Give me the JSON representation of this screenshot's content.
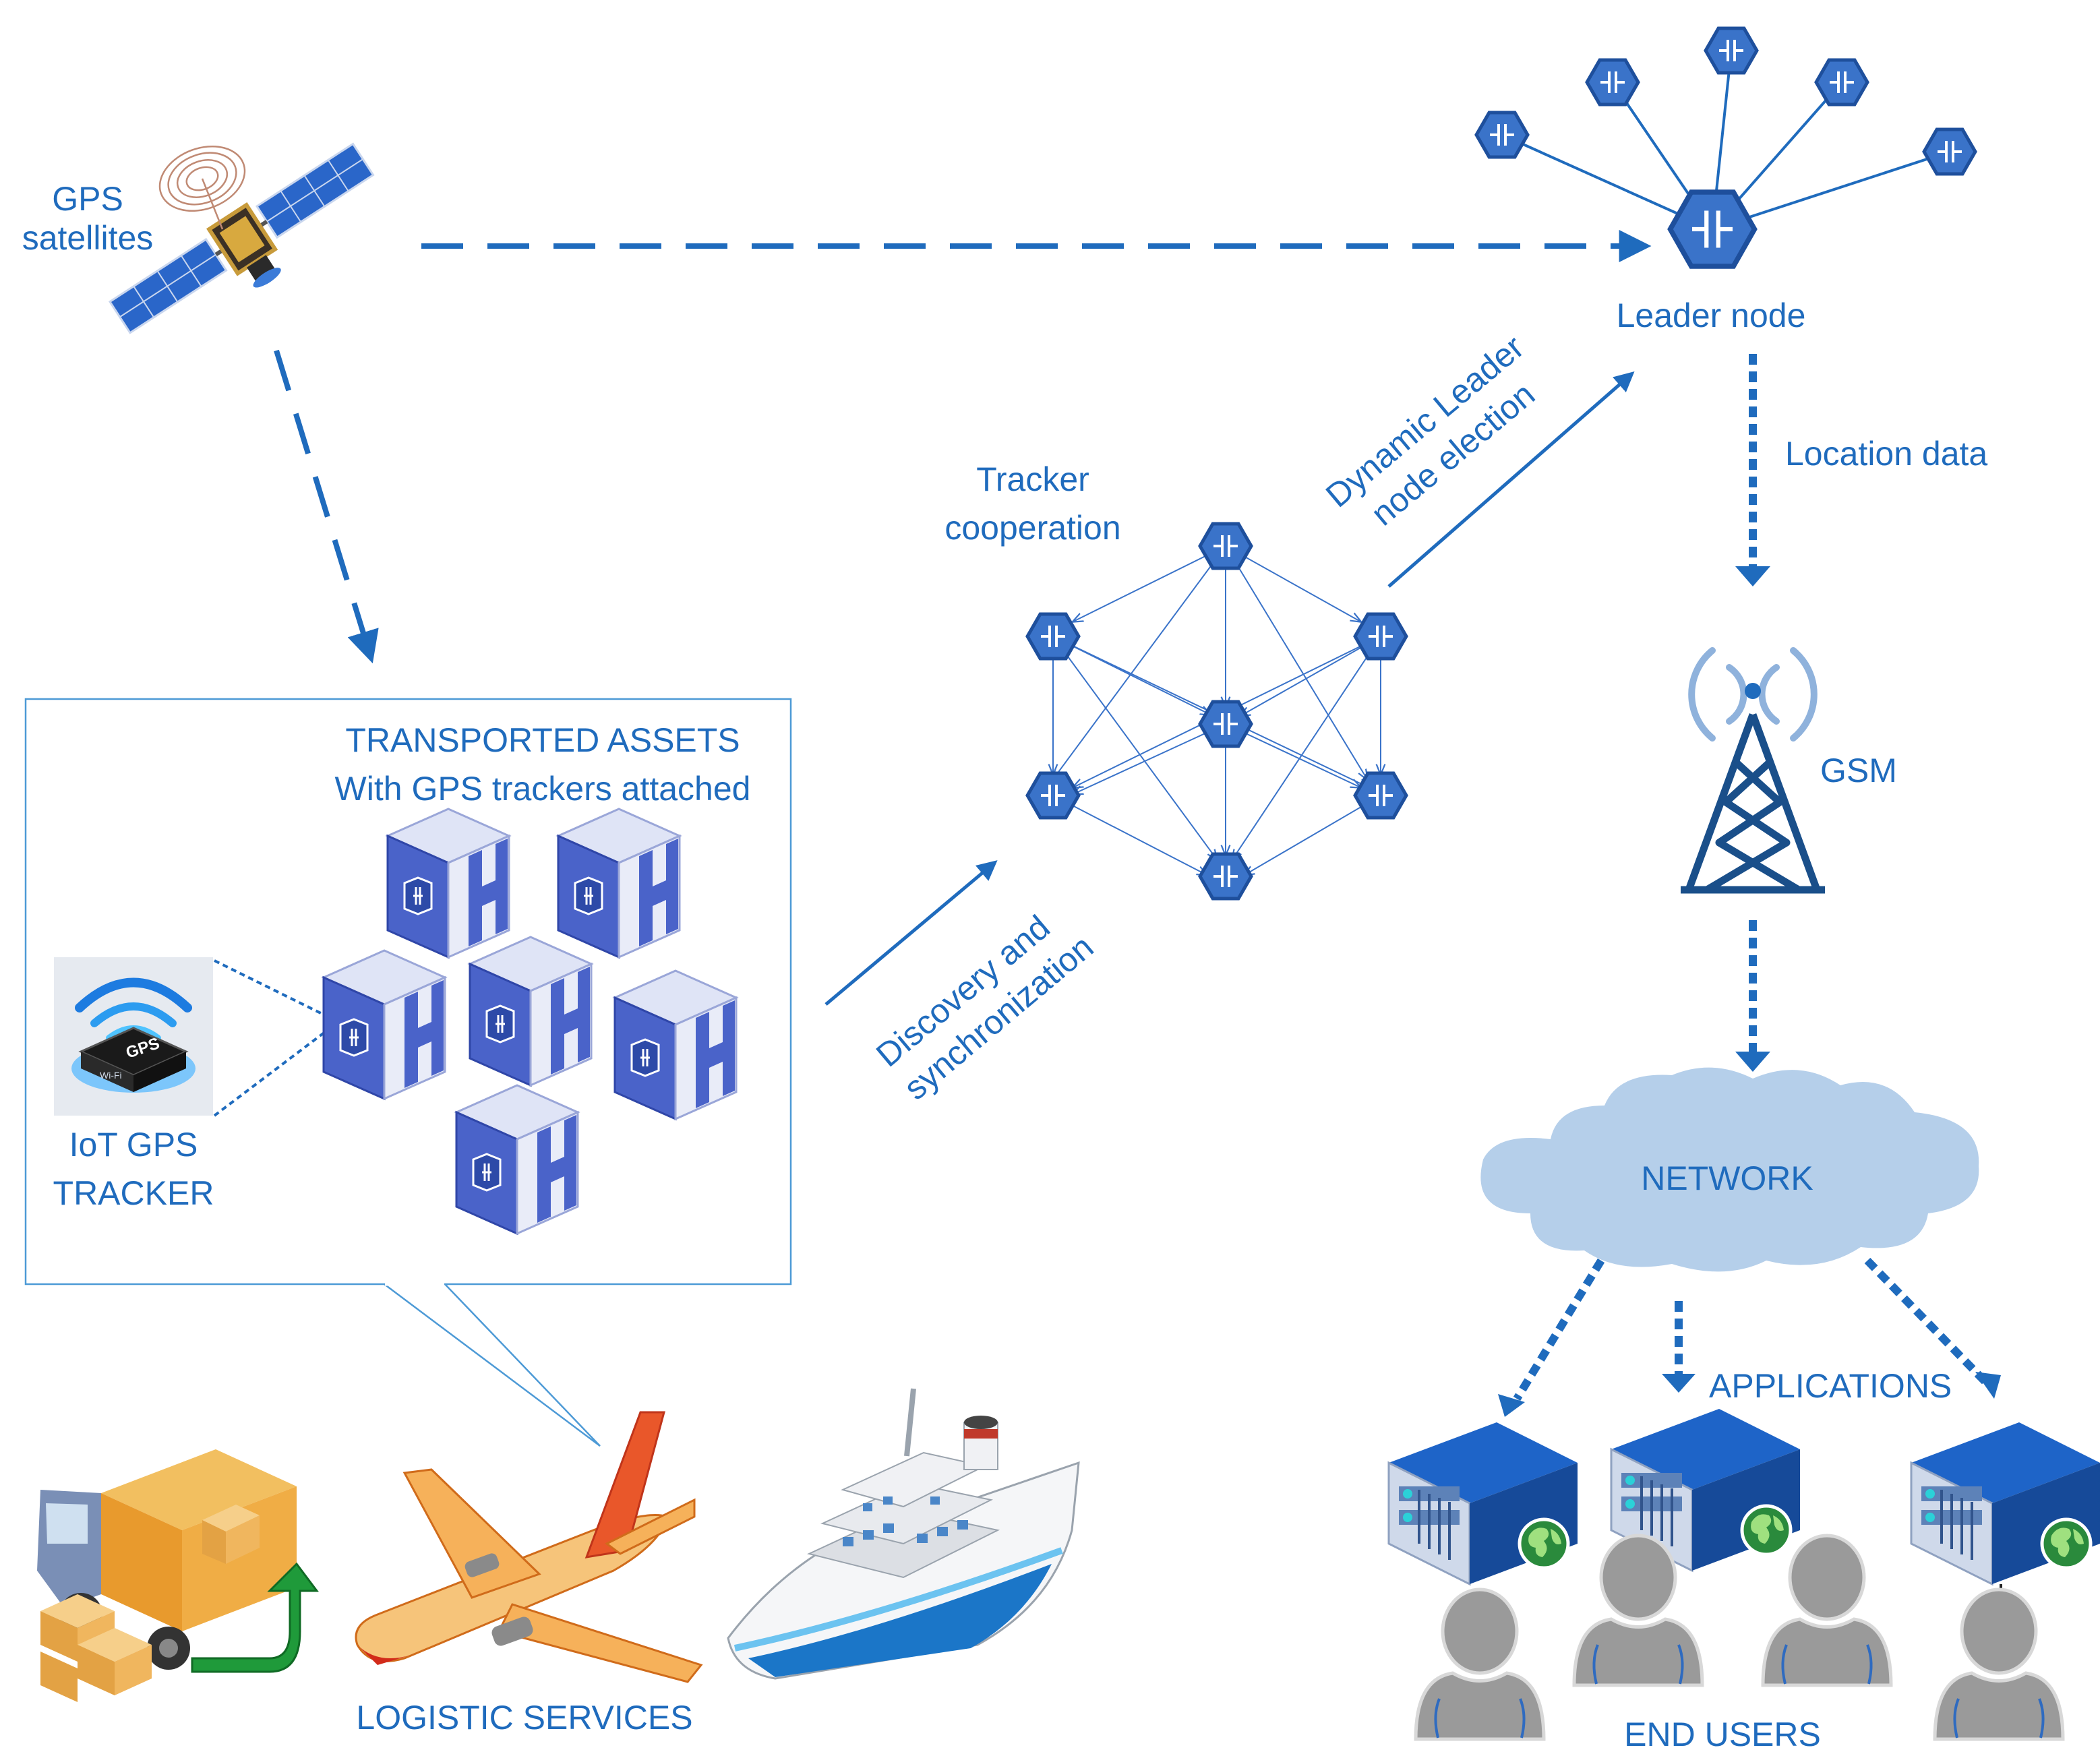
{
  "labels": {
    "gps_satellites": [
      "GPS",
      "satellites"
    ],
    "leader_node": "Leader node",
    "location_data": "Location data",
    "gsm": "GSM",
    "network": "NETWORK",
    "applications": "APPLICATIONS",
    "end_users": "END USERS",
    "tracker_cooperation": [
      "Tracker",
      "cooperation"
    ],
    "dynamic_election": [
      "Dynamic Leader",
      "node election"
    ],
    "discovery": [
      "Discovery and",
      "synchronization"
    ],
    "transported_assets": [
      "TRANSPORTED ASSETS",
      "With GPS trackers attached"
    ],
    "iot_tracker": [
      "IoT GPS",
      "TRACKER"
    ],
    "logistic_services": "LOGISTIC SERVICES",
    "gps_chip": "GPS",
    "wifi_chip": "Wi-Fi"
  },
  "colors": {
    "accent_blue": "#1f6bbd",
    "node_fill": "#3a73c9",
    "node_stroke": "#1e4f9c",
    "cloud": "#b5cfea",
    "box_blue": "#4a63c9",
    "user_gray": "#9a9a9a"
  }
}
